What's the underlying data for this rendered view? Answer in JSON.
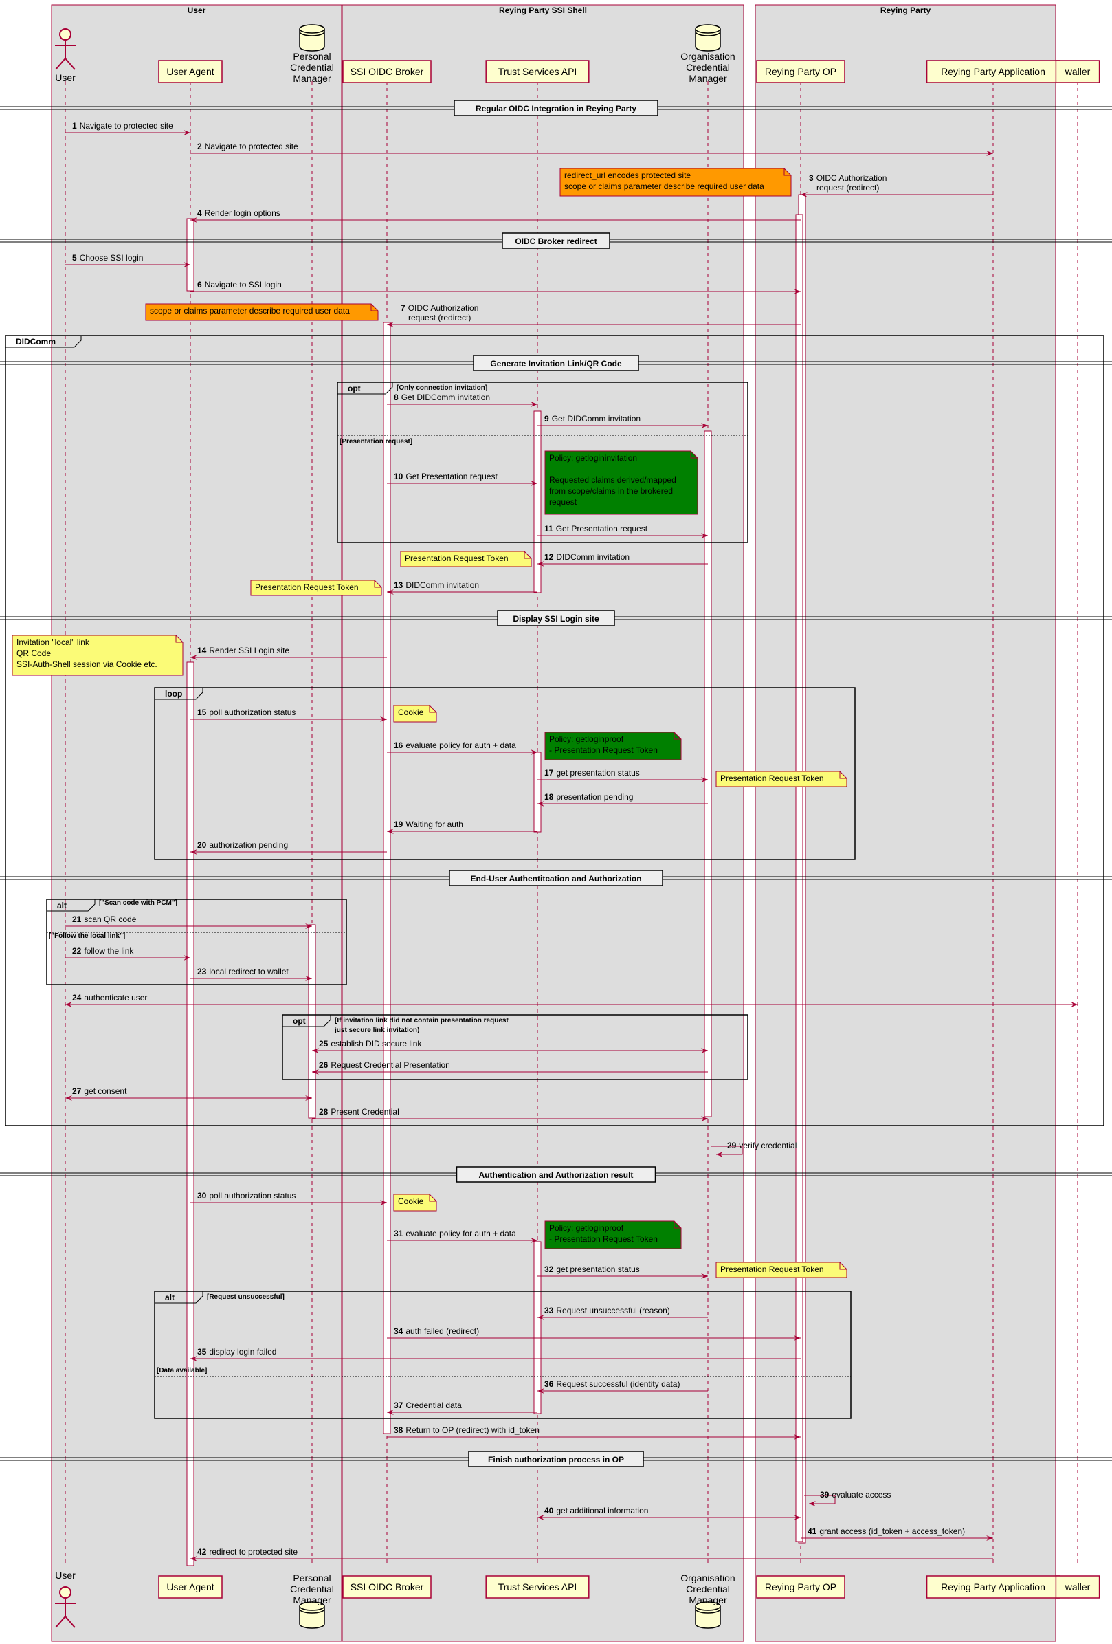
{
  "boxes": [
    {
      "id": "user",
      "title": "User"
    },
    {
      "id": "shell",
      "title": "Reying Party SSI Shell"
    },
    {
      "id": "rp",
      "title": "Reying Party"
    }
  ],
  "participants": [
    {
      "id": "user",
      "label": [
        "User"
      ],
      "kind": "actor"
    },
    {
      "id": "ua",
      "label": [
        "User Agent"
      ],
      "kind": "box"
    },
    {
      "id": "pcm",
      "label": [
        "Personal",
        "Credential",
        "Manager"
      ],
      "kind": "db"
    },
    {
      "id": "broker",
      "label": [
        "SSI OIDC Broker"
      ],
      "kind": "box"
    },
    {
      "id": "tsa",
      "label": [
        "Trust Services API"
      ],
      "kind": "box"
    },
    {
      "id": "ocm",
      "label": [
        "Organisation",
        "Credential",
        "Manager"
      ],
      "kind": "db"
    },
    {
      "id": "op",
      "label": [
        "Reying Party OP"
      ],
      "kind": "box"
    },
    {
      "id": "rpa",
      "label": [
        "Reying Party Application"
      ],
      "kind": "box"
    },
    {
      "id": "wallet",
      "label": [
        "waller"
      ],
      "kind": "box"
    }
  ],
  "dividers": [
    {
      "title": "Regular OIDC Integration in Reying Party"
    },
    {
      "title": "OIDC Broker redirect"
    },
    {
      "title": "Generate Invitation Link/QR Code"
    },
    {
      "title": "Display SSI Login site"
    },
    {
      "title": "End-User Authentitcation and Authorization"
    },
    {
      "title": "Authentication and Authorization result"
    },
    {
      "title": "Finish authorization process in OP"
    }
  ],
  "groups": [
    {
      "keyword": "DIDComm",
      "conditions": []
    },
    {
      "keyword": "opt",
      "conditions": [
        "[Only connection invitation]",
        "[Presentation request]"
      ]
    },
    {
      "keyword": "loop",
      "conditions": []
    },
    {
      "keyword": "alt",
      "conditions": [
        "[\"Scan code with PCM\"]",
        "[\"Follow the local link\"]"
      ]
    },
    {
      "keyword": "opt",
      "conditions": [
        "[If invitation link did not contain presentation request",
        "just secure link invitation)"
      ]
    },
    {
      "keyword": "alt",
      "conditions": [
        "[Request unsuccessful]",
        "[Data available]"
      ]
    }
  ],
  "messages": [
    {
      "n": "1",
      "text": [
        "Navigate to protected site"
      ],
      "from": "user",
      "to": "ua"
    },
    {
      "n": "2",
      "text": [
        "Navigate to protected site"
      ],
      "from": "ua",
      "to": "rpa"
    },
    {
      "n": "3",
      "text": [
        "OIDC Authorization",
        "request (redirect)"
      ],
      "from": "rpa",
      "to": "op"
    },
    {
      "n": "4",
      "text": [
        "Render login options"
      ],
      "from": "op",
      "to": "ua"
    },
    {
      "n": "5",
      "text": [
        "Choose SSI login"
      ],
      "from": "user",
      "to": "ua"
    },
    {
      "n": "6",
      "text": [
        "Navigate to SSI login"
      ],
      "from": "ua",
      "to": "op"
    },
    {
      "n": "7",
      "text": [
        "OIDC Authorization",
        "request (redirect)"
      ],
      "from": "op",
      "to": "broker"
    },
    {
      "n": "8",
      "text": [
        "Get DIDComm invitation"
      ],
      "from": "broker",
      "to": "tsa"
    },
    {
      "n": "9",
      "text": [
        "Get DIDComm invitation"
      ],
      "from": "tsa",
      "to": "ocm"
    },
    {
      "n": "10",
      "text": [
        "Get Presentation request"
      ],
      "from": "broker",
      "to": "tsa"
    },
    {
      "n": "11",
      "text": [
        "Get Presentation request"
      ],
      "from": "tsa",
      "to": "ocm"
    },
    {
      "n": "12",
      "text": [
        "DIDComm invitation"
      ],
      "from": "ocm",
      "to": "tsa"
    },
    {
      "n": "13",
      "text": [
        "DIDComm invitation"
      ],
      "from": "tsa",
      "to": "broker"
    },
    {
      "n": "14",
      "text": [
        "Render SSI Login site"
      ],
      "from": "broker",
      "to": "ua"
    },
    {
      "n": "15",
      "text": [
        "poll authorization status"
      ],
      "from": "ua",
      "to": "broker"
    },
    {
      "n": "16",
      "text": [
        "evaluate policy for auth + data"
      ],
      "from": "broker",
      "to": "tsa"
    },
    {
      "n": "17",
      "text": [
        "get presentation status"
      ],
      "from": "tsa",
      "to": "ocm"
    },
    {
      "n": "18",
      "text": [
        "presentation pending"
      ],
      "from": "ocm",
      "to": "tsa"
    },
    {
      "n": "19",
      "text": [
        "Waiting for auth"
      ],
      "from": "tsa",
      "to": "broker"
    },
    {
      "n": "20",
      "text": [
        "authorization pending"
      ],
      "from": "broker",
      "to": "ua"
    },
    {
      "n": "21",
      "text": [
        "scan QR code"
      ],
      "from": "user",
      "to": "pcm"
    },
    {
      "n": "22",
      "text": [
        "follow the link"
      ],
      "from": "user",
      "to": "ua"
    },
    {
      "n": "23",
      "text": [
        "local redirect to wallet"
      ],
      "from": "ua",
      "to": "pcm"
    },
    {
      "n": "24",
      "text": [
        "authenticate user"
      ],
      "from": "wallet",
      "to": "user",
      "both": true
    },
    {
      "n": "25",
      "text": [
        "establish DID secure link"
      ],
      "from": "pcm",
      "to": "ocm",
      "both": true
    },
    {
      "n": "26",
      "text": [
        "Request Credential Presentation"
      ],
      "from": "ocm",
      "to": "pcm"
    },
    {
      "n": "27",
      "text": [
        "get consent"
      ],
      "from": "pcm",
      "to": "user",
      "both": true
    },
    {
      "n": "28",
      "text": [
        "Present Credential"
      ],
      "from": "pcm",
      "to": "ocm"
    },
    {
      "n": "29",
      "text": [
        "verify credential"
      ],
      "from": "ocm",
      "to": "ocm"
    },
    {
      "n": "30",
      "text": [
        "poll authorization status"
      ],
      "from": "ua",
      "to": "broker"
    },
    {
      "n": "31",
      "text": [
        "evaluate policy for auth + data"
      ],
      "from": "broker",
      "to": "tsa"
    },
    {
      "n": "32",
      "text": [
        "get presentation status"
      ],
      "from": "tsa",
      "to": "ocm"
    },
    {
      "n": "33",
      "text": [
        "Request unsuccessful (reason)"
      ],
      "from": "ocm",
      "to": "tsa"
    },
    {
      "n": "34",
      "text": [
        "auth failed (redirect)"
      ],
      "from": "broker",
      "to": "op"
    },
    {
      "n": "35",
      "text": [
        "display login failed"
      ],
      "from": "op",
      "to": "ua"
    },
    {
      "n": "36",
      "text": [
        "Request successful (identity data)"
      ],
      "from": "ocm",
      "to": "tsa"
    },
    {
      "n": "37",
      "text": [
        "Credential data"
      ],
      "from": "tsa",
      "to": "broker"
    },
    {
      "n": "38",
      "text": [
        "Return to OP (redirect) with id_token"
      ],
      "from": "broker",
      "to": "op"
    },
    {
      "n": "39",
      "text": [
        "evaluate access"
      ],
      "from": "op",
      "to": "op"
    },
    {
      "n": "40",
      "text": [
        "get additional information"
      ],
      "from": "op",
      "to": "tsa",
      "both": true
    },
    {
      "n": "41",
      "text": [
        "grant access (id_token + access_token)"
      ],
      "from": "op",
      "to": "rpa"
    },
    {
      "n": "42",
      "text": [
        "redirect to protected site"
      ],
      "from": "rpa",
      "to": "ua"
    }
  ],
  "notes": [
    {
      "lines": [
        "redirect_url encodes protected site",
        "scope or claims parameter describe required user data"
      ],
      "style": "orange"
    },
    {
      "lines": [
        "scope or claims parameter describe required user data"
      ],
      "style": "orange"
    },
    {
      "lines": [
        "Policy: getlogininvitation",
        "",
        "Requested claims derived/mapped",
        "from scope/claims in the brokered",
        "request"
      ],
      "style": "green"
    },
    {
      "lines": [
        "Presentation Request Token"
      ],
      "style": "yellow"
    },
    {
      "lines": [
        "Presentation Request Token"
      ],
      "style": "yellow"
    },
    {
      "lines": [
        "Invitation \"local\" link",
        "QR Code",
        "SSI-Auth-Shell session via Cookie etc."
      ],
      "style": "yellow"
    },
    {
      "lines": [
        "Cookie"
      ],
      "style": "yellow"
    },
    {
      "lines": [
        "Policy: getloginproof",
        "- Presentation Request Token"
      ],
      "style": "green"
    },
    {
      "lines": [
        "Presentation Request Token"
      ],
      "style": "yellow"
    },
    {
      "lines": [
        "Cookie"
      ],
      "style": "yellow"
    },
    {
      "lines": [
        "Policy: getloginproof",
        "- Presentation Request Token"
      ],
      "style": "green"
    },
    {
      "lines": [
        "Presentation Request Token"
      ],
      "style": "yellow"
    }
  ],
  "colors": {
    "arrow": "#A80036",
    "participant_fill": "#FEFECE",
    "box_fill": "#DDDDDD",
    "note_yellow": "#FBFB77",
    "note_orange": "#FF9900",
    "note_green": "#008000",
    "activation_fill": "#FFFFFF"
  }
}
